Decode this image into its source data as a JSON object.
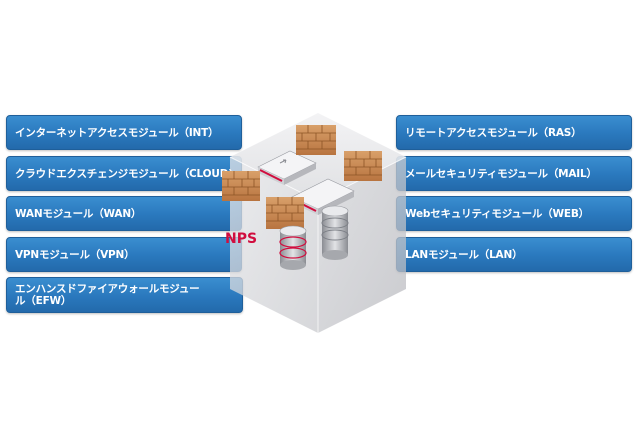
{
  "left_modules": [
    {
      "label": "インターネットアクセスモジュール（INT）"
    },
    {
      "label": "クラウドエクスチェンジモジュール（CLOUD)"
    },
    {
      "label": "WANモジュール（WAN）"
    },
    {
      "label": "VPNモジュール（VPN）"
    },
    {
      "label": "エンハンスドファイアウォールモジュール（EFW）"
    }
  ],
  "right_modules": [
    {
      "label": "リモートアクセスモジュール（RAS）"
    },
    {
      "label": "メールセキュリティモジュール（MAIL）"
    },
    {
      "label": "Webセキュリティモジュール（WEB）"
    },
    {
      "label": "LANモジュール（LAN）"
    }
  ],
  "center": {
    "label": "NPS"
  },
  "colors": {
    "module_fill": "#2a78bd",
    "nps_accent": "#d10d3e"
  }
}
